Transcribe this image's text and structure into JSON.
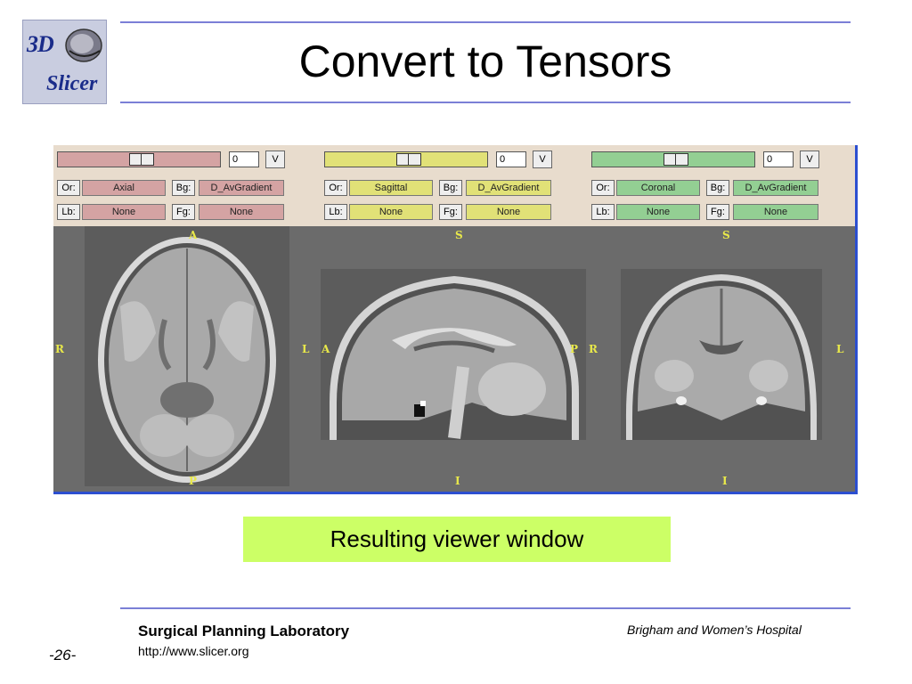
{
  "header": {
    "title": "Convert to Tensors",
    "logo": {
      "top_text": "3D",
      "bottom_text": "Slicer"
    }
  },
  "viewer": {
    "panels": [
      {
        "color": "#d4a3a3",
        "slider_value": "0",
        "v_label": "V",
        "or_label": "Or:",
        "orientation": "Axial",
        "bg_label": "Bg:",
        "background": "D_AvGradient",
        "lb_label": "Lb:",
        "label": "None",
        "fg_label": "Fg:",
        "foreground": "None",
        "markers": {
          "top": "A",
          "left": "R",
          "right": "L",
          "bottom": "P"
        }
      },
      {
        "color": "#e1e177",
        "slider_value": "0",
        "v_label": "V",
        "or_label": "Or:",
        "orientation": "Sagittal",
        "bg_label": "Bg:",
        "background": "D_AvGradient",
        "lb_label": "Lb:",
        "label": "None",
        "fg_label": "Fg:",
        "foreground": "None",
        "markers": {
          "top": "S",
          "left": "A",
          "right": "P",
          "bottom": "I"
        }
      },
      {
        "color": "#93cf93",
        "slider_value": "0",
        "v_label": "V",
        "or_label": "Or:",
        "orientation": "Coronal",
        "bg_label": "Bg:",
        "background": "D_AvGradient",
        "lb_label": "Lb:",
        "label": "None",
        "fg_label": "Fg:",
        "foreground": "None",
        "markers": {
          "top": "S",
          "left": "R",
          "right": "L",
          "bottom": "I"
        }
      }
    ]
  },
  "caption": "Resulting viewer window",
  "footer": {
    "lab": "Surgical Planning Laboratory",
    "url": "http://www.slicer.org",
    "hospital": "Brigham and Women’s Hospital",
    "page": "-26-"
  }
}
